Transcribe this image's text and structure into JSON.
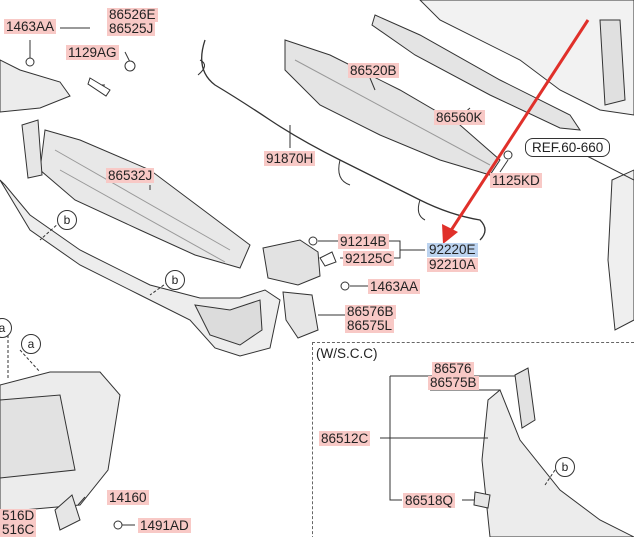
{
  "labels": {
    "p1463AA_top": "1463AA",
    "p86526E": "86526E",
    "p86525J": "86525J",
    "p1129AG": "1129AG",
    "p86520B": "86520B",
    "p86560K": "86560K",
    "p91870H": "91870H",
    "p86532J": "86532J",
    "p1125KD": "1125KD",
    "p91214B": "91214B",
    "p92125C": "92125C",
    "p92220E": "92220E",
    "p92210A": "92210A",
    "p1463AA_mid": "1463AA",
    "p86576B": "86576B",
    "p86575L": "86575L",
    "p86576": "86576",
    "p86575B": "86575B",
    "p86512C": "86512C",
    "p86518Q": "86518Q",
    "p14160": "14160",
    "p1491AD": "1491AD",
    "p516D": "516D",
    "p516C": "516C"
  },
  "ref_label": "REF.60-660",
  "section_title": "(W/S.C.C)",
  "callouts": {
    "b1": "b",
    "b2": "b",
    "b3": "b",
    "a1": "a",
    "a2": "a"
  },
  "colors": {
    "label_bg": "#f8c9c6",
    "highlight_bg": "#bcd3ef",
    "arrow": "#e0302a",
    "part_fill": "#ececec",
    "line": "#333333"
  }
}
